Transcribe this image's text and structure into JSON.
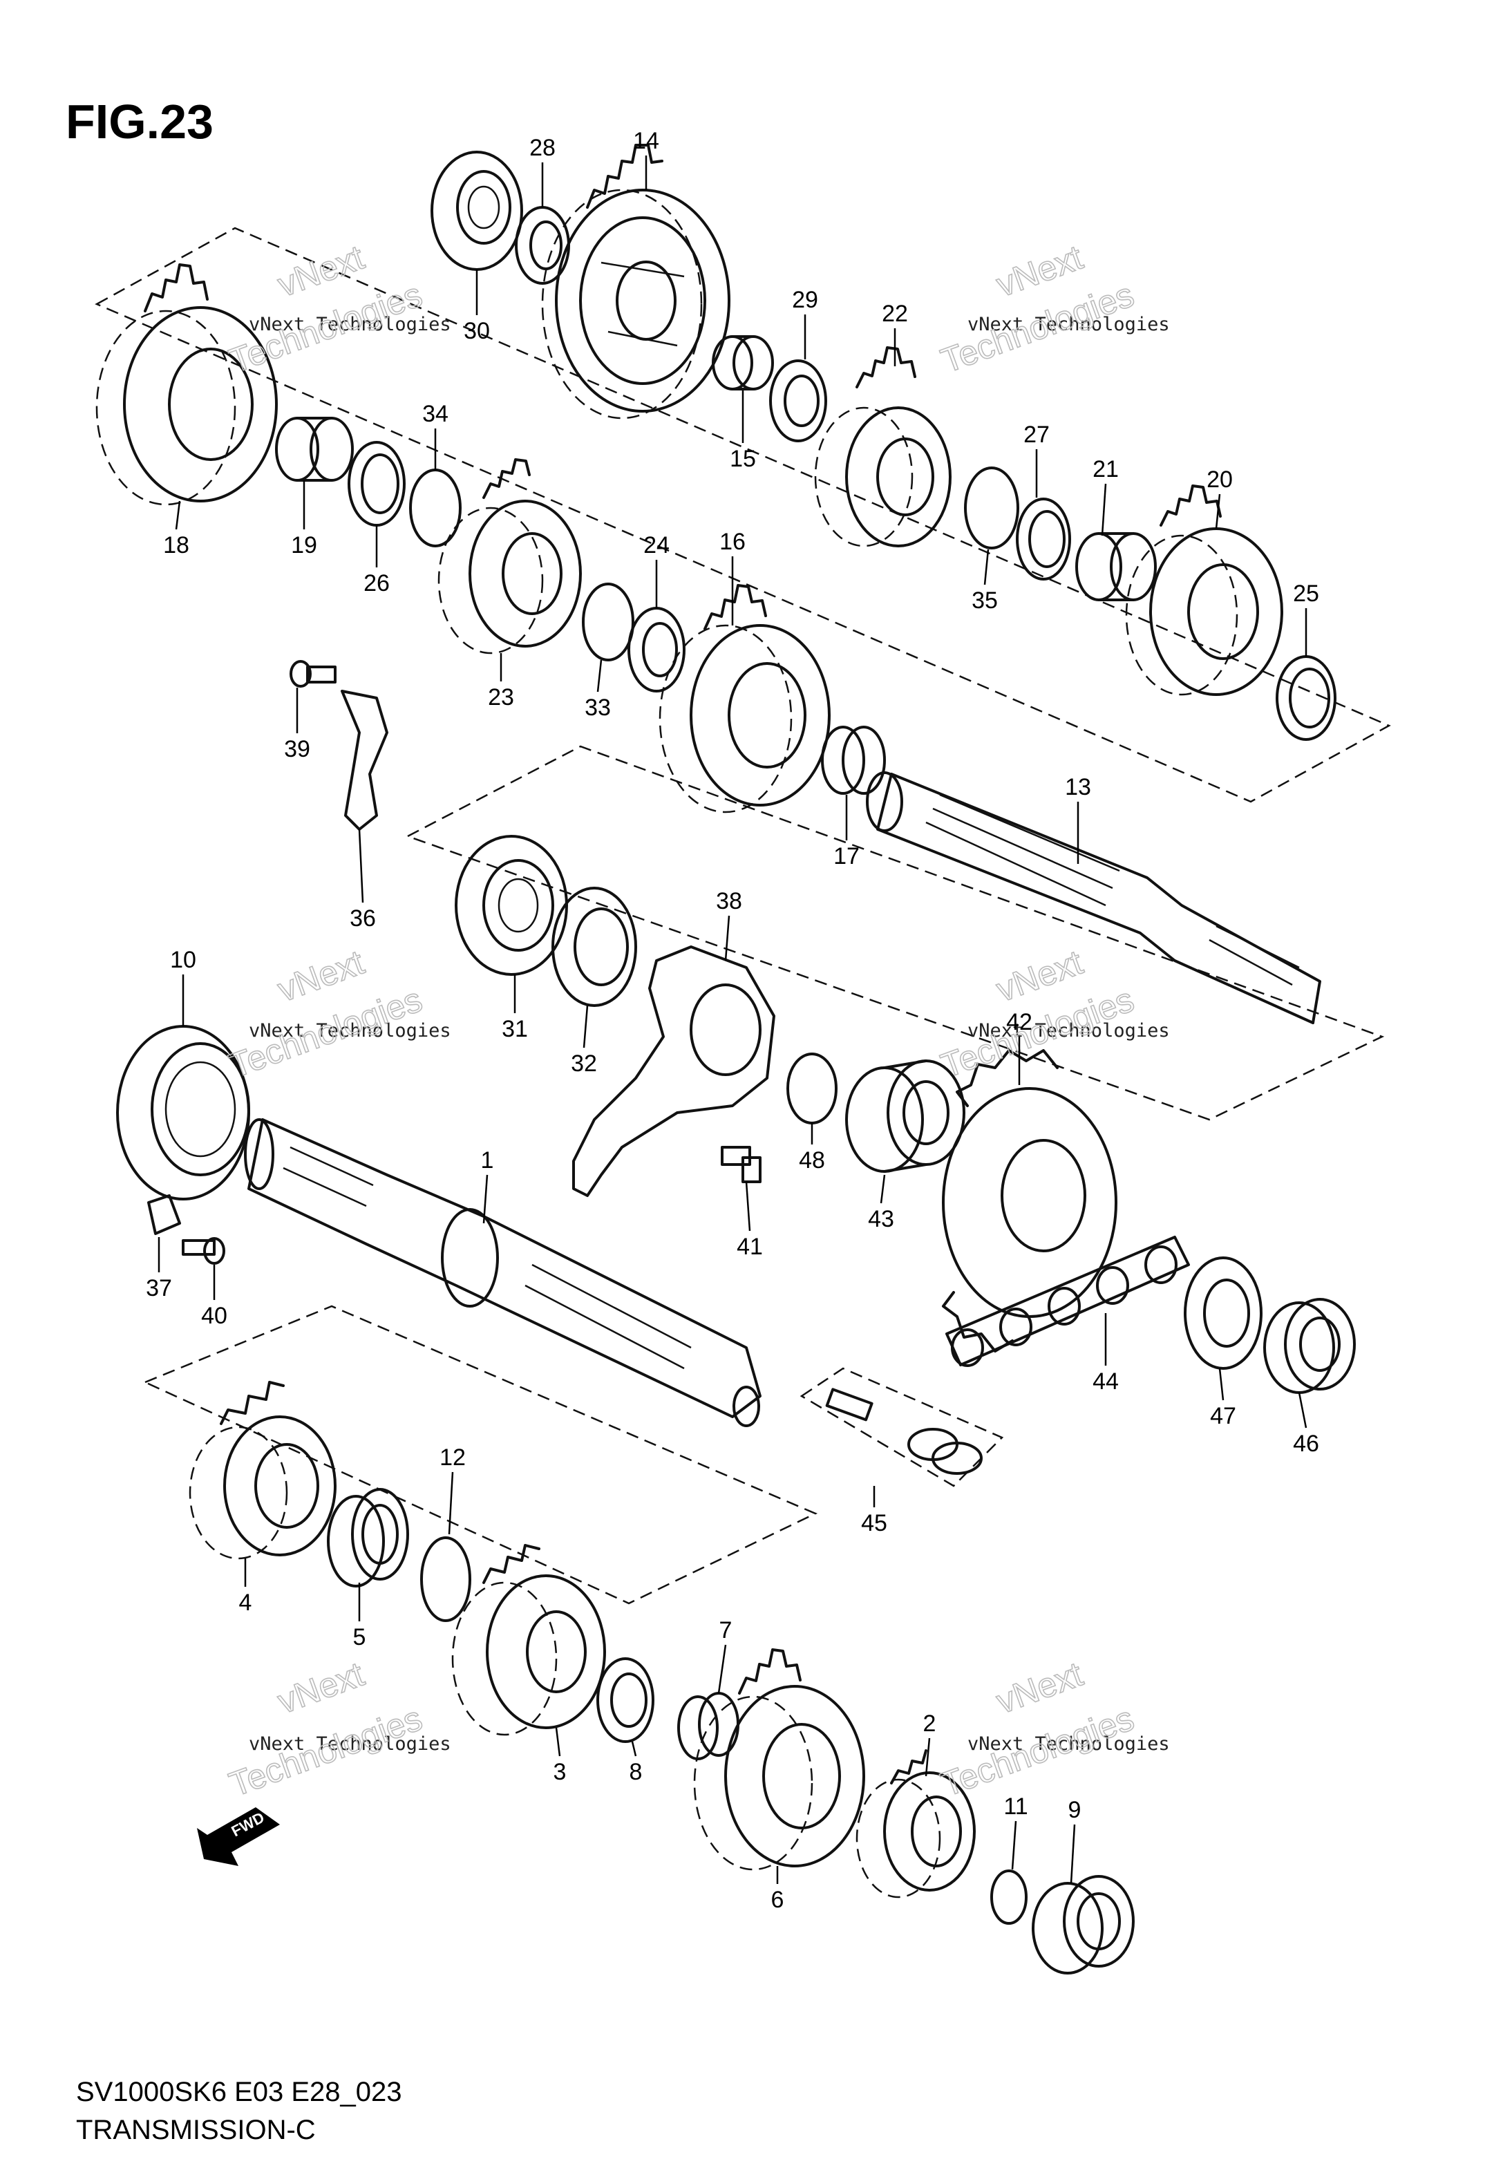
{
  "figure": {
    "title": "FIG.23",
    "model_code": "SV1000SK6 E03 E28_023",
    "section_name": "TRANSMISSION-C"
  },
  "watermark": {
    "line1": "vNext Technologies",
    "line2": "vNext",
    "line3": "Technologies"
  },
  "direction_marker": {
    "label": "FWD"
  },
  "parts": [
    "1",
    "2",
    "3",
    "4",
    "5",
    "6",
    "7",
    "8",
    "9",
    "10",
    "11",
    "12",
    "13",
    "14",
    "15",
    "16",
    "17",
    "18",
    "19",
    "20",
    "21",
    "22",
    "23",
    "24",
    "25",
    "26",
    "27",
    "28",
    "29",
    "30",
    "31",
    "32",
    "33",
    "34",
    "35",
    "36",
    "37",
    "38",
    "39",
    "40",
    "41",
    "42",
    "43",
    "44",
    "45",
    "46",
    "47",
    "48"
  ]
}
